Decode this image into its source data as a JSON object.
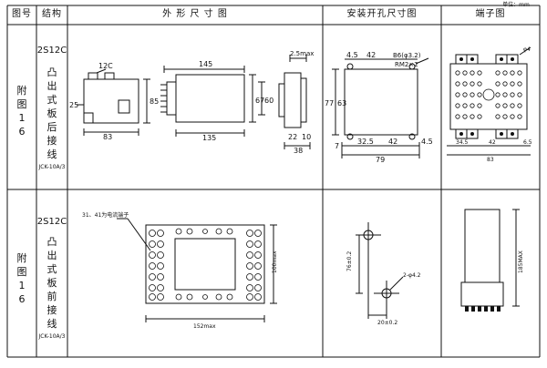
{
  "header": {
    "unit_note": "单位：mm",
    "col_figure": "图号",
    "col_structure": "结构",
    "col_outline": "外 形 尺 寸 图",
    "col_mounting": "安装开孔尺寸图",
    "col_terminal": "端子图"
  },
  "rows": [
    {
      "figure_label": [
        "附",
        "图",
        "1",
        "6"
      ],
      "model": "2S12C",
      "structure": [
        "凸",
        "出",
        "式",
        "板",
        "后",
        "接",
        "线"
      ],
      "type_code": "JCK-10A/3"
    },
    {
      "figure_label": [
        "附",
        "图",
        "1",
        "6"
      ],
      "model": "2S12C",
      "structure": [
        "凸",
        "出",
        "式",
        "板",
        "前",
        "接",
        "线"
      ],
      "type_code": "JCK-10A/3"
    }
  ],
  "outline_rear": {
    "dim_12c": "12C",
    "dim_25": "25",
    "dim_83": "83",
    "dim_85": "85",
    "dim_145": "145",
    "dim_135": "135",
    "dim_67": "67",
    "dim_60": "60",
    "dim_25max": "2.5max",
    "dim_22": "22",
    "dim_10": "10",
    "dim_38": "38"
  },
  "mounting_rear": {
    "dim_45a": "4.5",
    "dim_42a": "42",
    "hole": "B6(φ3.2)",
    "rm": "RM2×2",
    "dim_77": "77",
    "dim_63": "63",
    "dim_7": "7",
    "dim_325": "32.5",
    "dim_42b": "42",
    "dim_45b": "4.5",
    "dim_79": "79"
  },
  "terminal_rear": {
    "dim_phi": "φ4",
    "dim_345": "34.5",
    "dim_42": "42",
    "dim_65": "6.5",
    "dim_83": "83"
  },
  "outline_front": {
    "callout": "31、41为电流端子",
    "dim_100": "100max",
    "dim_152": "152max"
  },
  "mounting_front": {
    "dim_76": "76±0.2",
    "dim_hole": "2-φ4.2",
    "dim_20": "20±0.2"
  },
  "terminal_front": {
    "dim_185": "185MAX"
  }
}
